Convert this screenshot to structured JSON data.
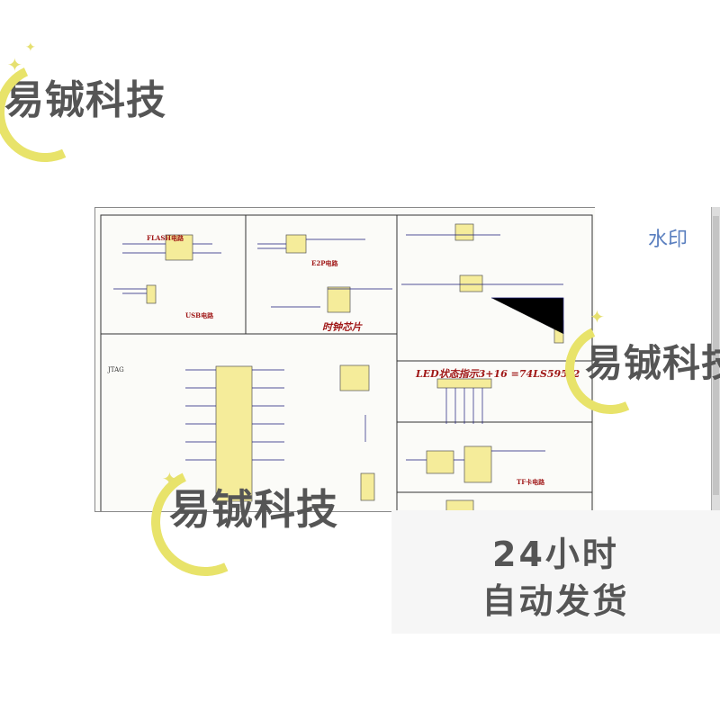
{
  "watermark": {
    "brand": "易铖科技",
    "label": "水印"
  },
  "schematic": {
    "flash": "FLASH电路",
    "usb": "USB电路",
    "e2p": "E2P电路",
    "clock": "时钟芯片",
    "jtag": "JTAG",
    "led": "LED状态指示3+16  =74LS595*2",
    "tf": "TF卡电路"
  },
  "shipping": {
    "line1": "24小时",
    "line2": "自动发货"
  },
  "colors": {
    "chip": "#f5ec9a",
    "wire": "#1a1a7a",
    "label": "#a01818",
    "watermark_arc": "#e8e36a"
  }
}
